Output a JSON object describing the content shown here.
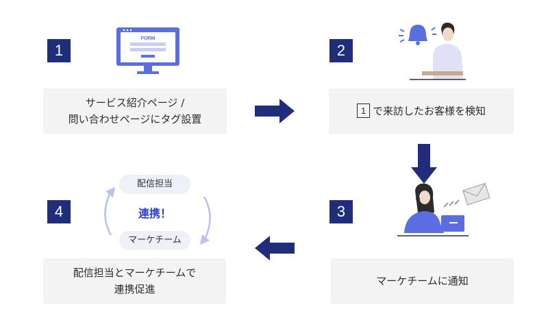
{
  "steps": [
    {
      "number": "1",
      "lines": [
        "サービス紹介ページ /",
        "問い合わせページにタグ設置"
      ]
    },
    {
      "number": "2",
      "ref": "1",
      "text": "で来訪したお客様を検知"
    },
    {
      "number": "3",
      "text": "マーケチームに通知"
    },
    {
      "number": "4",
      "lines": [
        "配信担当とマーケチームで",
        "連携促進"
      ]
    }
  ],
  "illustrations": {
    "form_label": "FORM"
  },
  "cycle": {
    "top_pill": "配信担当",
    "center": "連携！",
    "bottom_pill": "マーケチーム"
  },
  "colors": {
    "badge": "#1f2d7a",
    "arrow": "#1f2d7a",
    "accent": "#5b6ee1",
    "collab_text": "#2f43c9",
    "box_bg": "#f3f3f3"
  }
}
